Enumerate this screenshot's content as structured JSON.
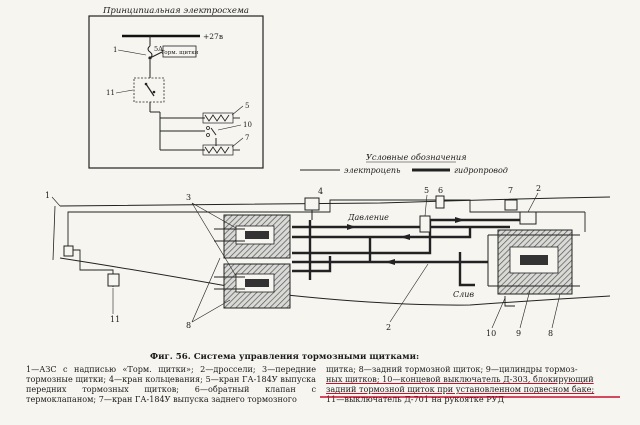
{
  "schematic": {
    "title": "Принципиальная электросхема",
    "voltage": "+27в",
    "fuse_value": "5А",
    "lamp_label": "Торм. щитки",
    "callout_1": "1",
    "callout_11": "11",
    "callout_5": "5",
    "callout_10": "10",
    "callout_7": "7"
  },
  "legend": {
    "title": "Условные обозначения",
    "electric_label": "электроцепь",
    "hydraulic_label": "гидропровод"
  },
  "main": {
    "pressure_label": "Давление",
    "drain_label": "Слив",
    "callouts": {
      "n1": "1",
      "n3": "3",
      "n4": "4",
      "n5": "5",
      "n6": "6",
      "n7": "7",
      "n2_top": "2",
      "n2_bottom": "2",
      "n8_left": "8",
      "n8_right": "8",
      "n9": "9",
      "n10": "10",
      "n11": "11"
    }
  },
  "caption": {
    "title": "Фиг. 56. Система управления тормозными щитками:",
    "left_text": "1—АЗС с надписью «Торм. щитки»; 2—дроссели; 3—передние тормозные щитки; 4—кран кольцевания; 5—кран ГА-184У выпуска передних тормозных щитков; 6—обратный клапан с термоклапаном; 7—кран ГА-184У выпуска заднего тормозного",
    "right_line1": "щитка; 8—задний тормозной щиток; 9—цилиндры тормоз-",
    "right_line2": "ных щитков; 10—концевой выключатель Д-303, блокирующий",
    "right_line3": "задний тормозной щиток при установленном подвесном баке;",
    "right_line4": "11—выключатель Д-701 на рукоятке РУД",
    "highlight_color": "#c8102e"
  }
}
